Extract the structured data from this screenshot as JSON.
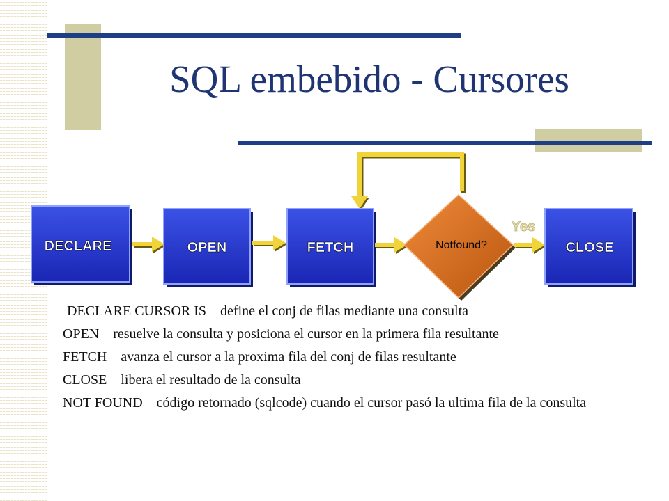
{
  "slide": {
    "title": "SQL embebido - Cursores"
  },
  "flow": {
    "nodes": {
      "declare": "DECLARE",
      "open": "OPEN",
      "fetch": "FETCH",
      "decision": "Notfound?",
      "close": "CLOSE"
    },
    "yes_label": "Yes"
  },
  "colors": {
    "box_blue": "#2233c8",
    "box_blue_light": "#5f78f0",
    "diamond_orange": "#d06a1c",
    "arrow_yellow": "#f0d43a",
    "title_blue": "#1f3473",
    "accent_navy": "#1e3f85",
    "accent_khaki": "#cfcda1"
  },
  "body": {
    "items": [
      {
        "term": "DECLARE CURSOR IS",
        "desc": " – define el conj de filas  mediante una consulta"
      },
      {
        "term": "OPEN",
        "desc": " – resuelve la consulta y posiciona el cursor en la primera fila resultante"
      },
      {
        "term": "FETCH",
        "desc": " – avanza el cursor a la proxima fila del conj de filas resultante"
      },
      {
        "term": "CLOSE",
        "desc": " – libera el resultado de la consulta"
      },
      {
        "term": "NOT FOUND",
        "desc": " –  código retornado (sqlcode) cuando el cursor pasó la ultima fila de la consulta"
      }
    ]
  }
}
